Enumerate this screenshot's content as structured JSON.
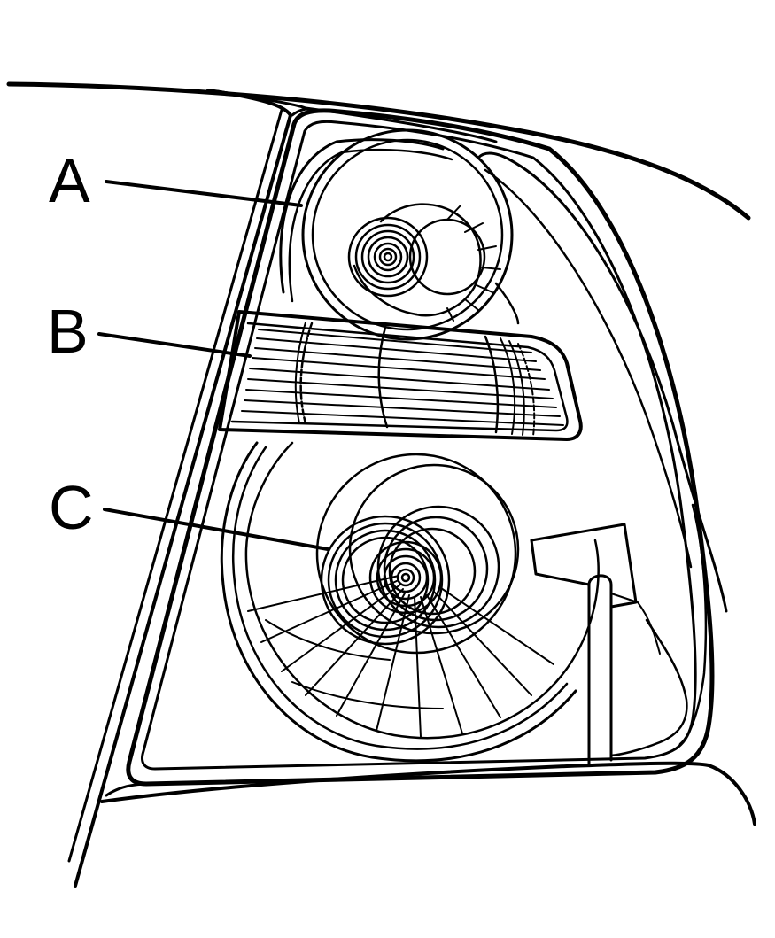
{
  "diagram": {
    "line_color": "#000000",
    "background": "#ffffff",
    "callouts": [
      {
        "id": "A",
        "label": "A",
        "target": "upper-lamp-housing"
      },
      {
        "id": "B",
        "label": "B",
        "target": "middle-lens-strip"
      },
      {
        "id": "C",
        "label": "C",
        "target": "lower-lamp-reflector"
      }
    ]
  }
}
